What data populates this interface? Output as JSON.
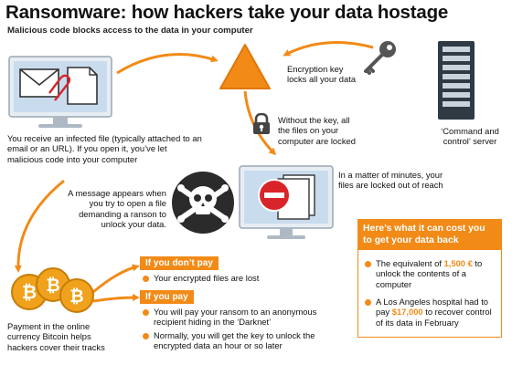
{
  "title": "Ransomware: how hackers take your data hostage",
  "subtitle": "Malicious code blocks access to the data in your computer",
  "steps": {
    "infected_file": "You receive an infected file (typically attached to an email or an URL). If you open it, you’ve let malicious code into your computer",
    "encryption": "Encryption key locks all your data",
    "server": "‘Command and control’ server",
    "locked": "Without the key, all the files on your computer are locked",
    "minutes": "In a matter of minutes, your files are locked out of reach",
    "message": "A message appears when you try to open a file demanding a ranson to unlock your data.",
    "bitcoin": "Payment in the online currency Bitcoin helps hackers cover their tracks"
  },
  "dont_pay": {
    "label": "If you don’t pay",
    "items": [
      "Your encrypted files are lost"
    ]
  },
  "pay": {
    "label": "If you pay",
    "items": [
      "You will pay your ransom to an anonymous recipient hiding in the ‘Darknet’",
      "Normally, you will get the key to unlock the encrypted data an hour or so later"
    ]
  },
  "cost": {
    "heading": "Here’s what it can cost you to get your data back",
    "item1_pre": "The equivalent of ",
    "item1_amount": "1,500 €",
    "item1_post": " to unlock the contents of a computer",
    "item2_pre": "A Los Angeles hospital had to pay ",
    "item2_amount": "$17,000",
    "item2_post": " to recover control of its data in February"
  },
  "colors": {
    "accent": "#f28a17",
    "screen": "#c9dcee",
    "monitor": "#e6edf3",
    "dark": "#2b2b2b",
    "coin": "#f0a21c"
  },
  "icons": [
    "envelope-icon",
    "paperclip-icon",
    "warning-triangle-icon",
    "padlock-icon",
    "key-icon",
    "server-icon",
    "skull-crossbones-icon",
    "no-entry-icon",
    "bitcoin-icon"
  ]
}
